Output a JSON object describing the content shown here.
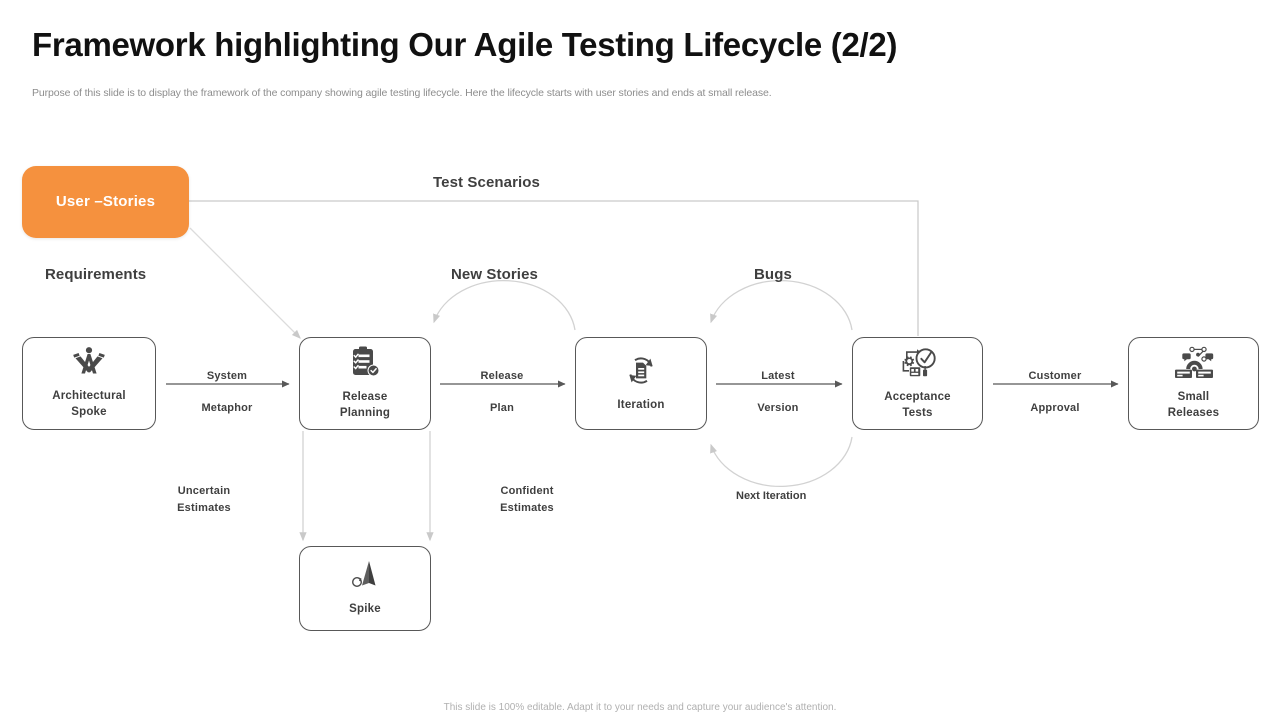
{
  "slide": {
    "title": "Framework highlighting Our Agile Testing Lifecycle (2/2)",
    "subtitle": "Purpose of this slide is to display the framework of the company showing agile testing lifecycle. Here the lifecycle starts with user stories and ends at small release.",
    "footer": "This slide is 100% editable. Adapt it to your needs and capture your audience's attention.",
    "accent_color": "#F5913E",
    "line_color": "#585858",
    "faint_line_color": "#c9c9c9",
    "text_color": "#3f3f3f",
    "title_color": "#111111",
    "subtitle_color": "#8d8d8d"
  },
  "nodes": [
    {
      "id": "user-stories",
      "label": "User –Stories",
      "icon": "none"
    },
    {
      "id": "architectural-spoke",
      "label": "Architectural\nSpoke",
      "label_line1": "Architectural",
      "label_line2": "Spoke",
      "icon": "compass-square-icon"
    },
    {
      "id": "release-planning",
      "label": "Release\nPlanning",
      "label_line1": "Release",
      "label_line2": "Planning",
      "icon": "clipboard-checklist-icon"
    },
    {
      "id": "iteration",
      "label": "Iteration",
      "label_line1": "Iteration",
      "label_line2": "",
      "icon": "document-refresh-icon"
    },
    {
      "id": "acceptance-tests",
      "label": "Acceptance\nTests",
      "label_line1": "Acceptance",
      "label_line2": "Tests",
      "icon": "gear-check-icon"
    },
    {
      "id": "small-releases",
      "label": "Small\nReleases",
      "label_line1": "Small",
      "label_line2": "Releases",
      "icon": "network-deploy-icon"
    },
    {
      "id": "spike",
      "label": "Spike",
      "label_line1": "Spike",
      "label_line2": "",
      "icon": "spike-cone-icon"
    }
  ],
  "captions": {
    "test_scenarios": "Test Scenarios",
    "requirements": "Requirements",
    "new_stories": "New Stories",
    "bugs": "Bugs",
    "next_iteration": "Next Iteration",
    "system": "System",
    "metaphor": "Metaphor",
    "release": "Release",
    "plan": "Plan",
    "latest": "Latest",
    "version": "Version",
    "customer": "Customer",
    "approval": "Approval",
    "uncertain": "Uncertain",
    "uncertain_estimates": "Estimates",
    "confident": "Confident",
    "confident_estimates": "Estimates"
  }
}
